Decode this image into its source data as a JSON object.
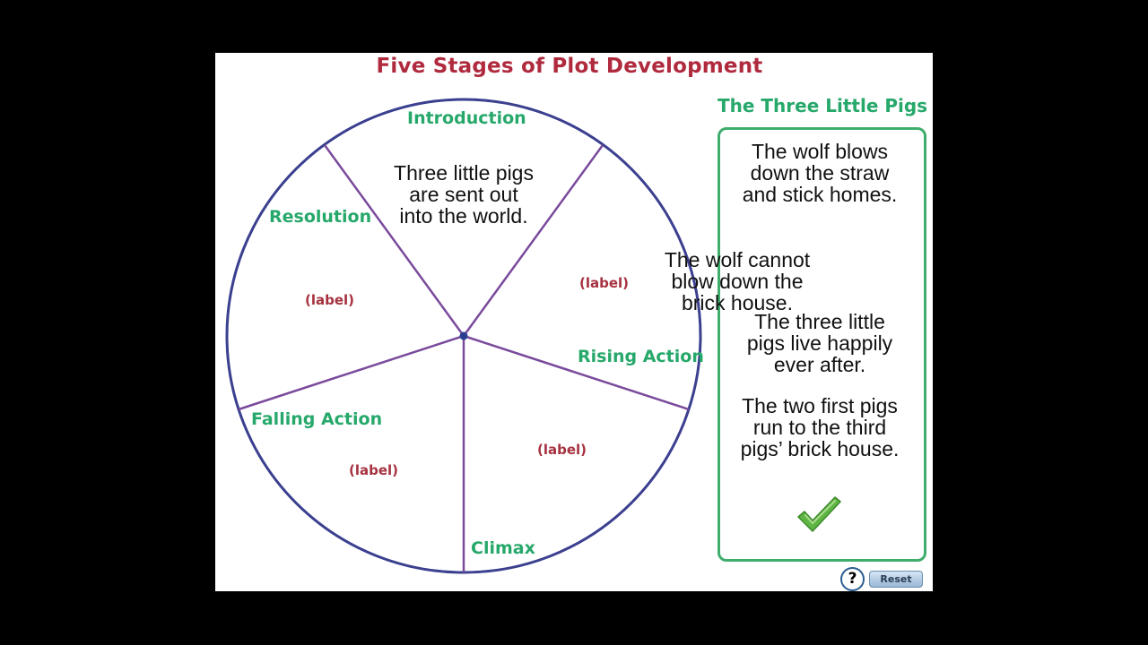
{
  "title": "Five Stages of Plot Development",
  "wheel": {
    "segments": {
      "introduction": {
        "label": "Introduction",
        "text": "Three little pigs\nare sent out\ninto the world."
      },
      "rising_action": {
        "label": "Rising Action",
        "text": "(label)"
      },
      "climax": {
        "label": "Climax",
        "text": "(label)"
      },
      "falling_action": {
        "label": "Falling Action",
        "text": "(label)"
      },
      "resolution": {
        "label": "Resolution",
        "text": "(label)"
      }
    },
    "dragging_card": "The wolf cannot\nblow down the\nbrick house."
  },
  "panel": {
    "title": "The Three Little Pigs",
    "cards": [
      "The wolf blows\ndown the straw\nand stick homes.",
      "The three little\npigs live happily\never after.",
      "The two first pigs\nrun to the third\npigs’ brick house."
    ],
    "check_icon": "checkmark-icon"
  },
  "controls": {
    "help_label": "?",
    "reset_label": "Reset"
  },
  "colors": {
    "title": "#b02a3e",
    "stage_label": "#27a86b",
    "placeholder": "#a6313f",
    "wheel_outline": "#3b3f8f",
    "divider": "#7a4a9c",
    "panel_border": "#3fae6d"
  }
}
